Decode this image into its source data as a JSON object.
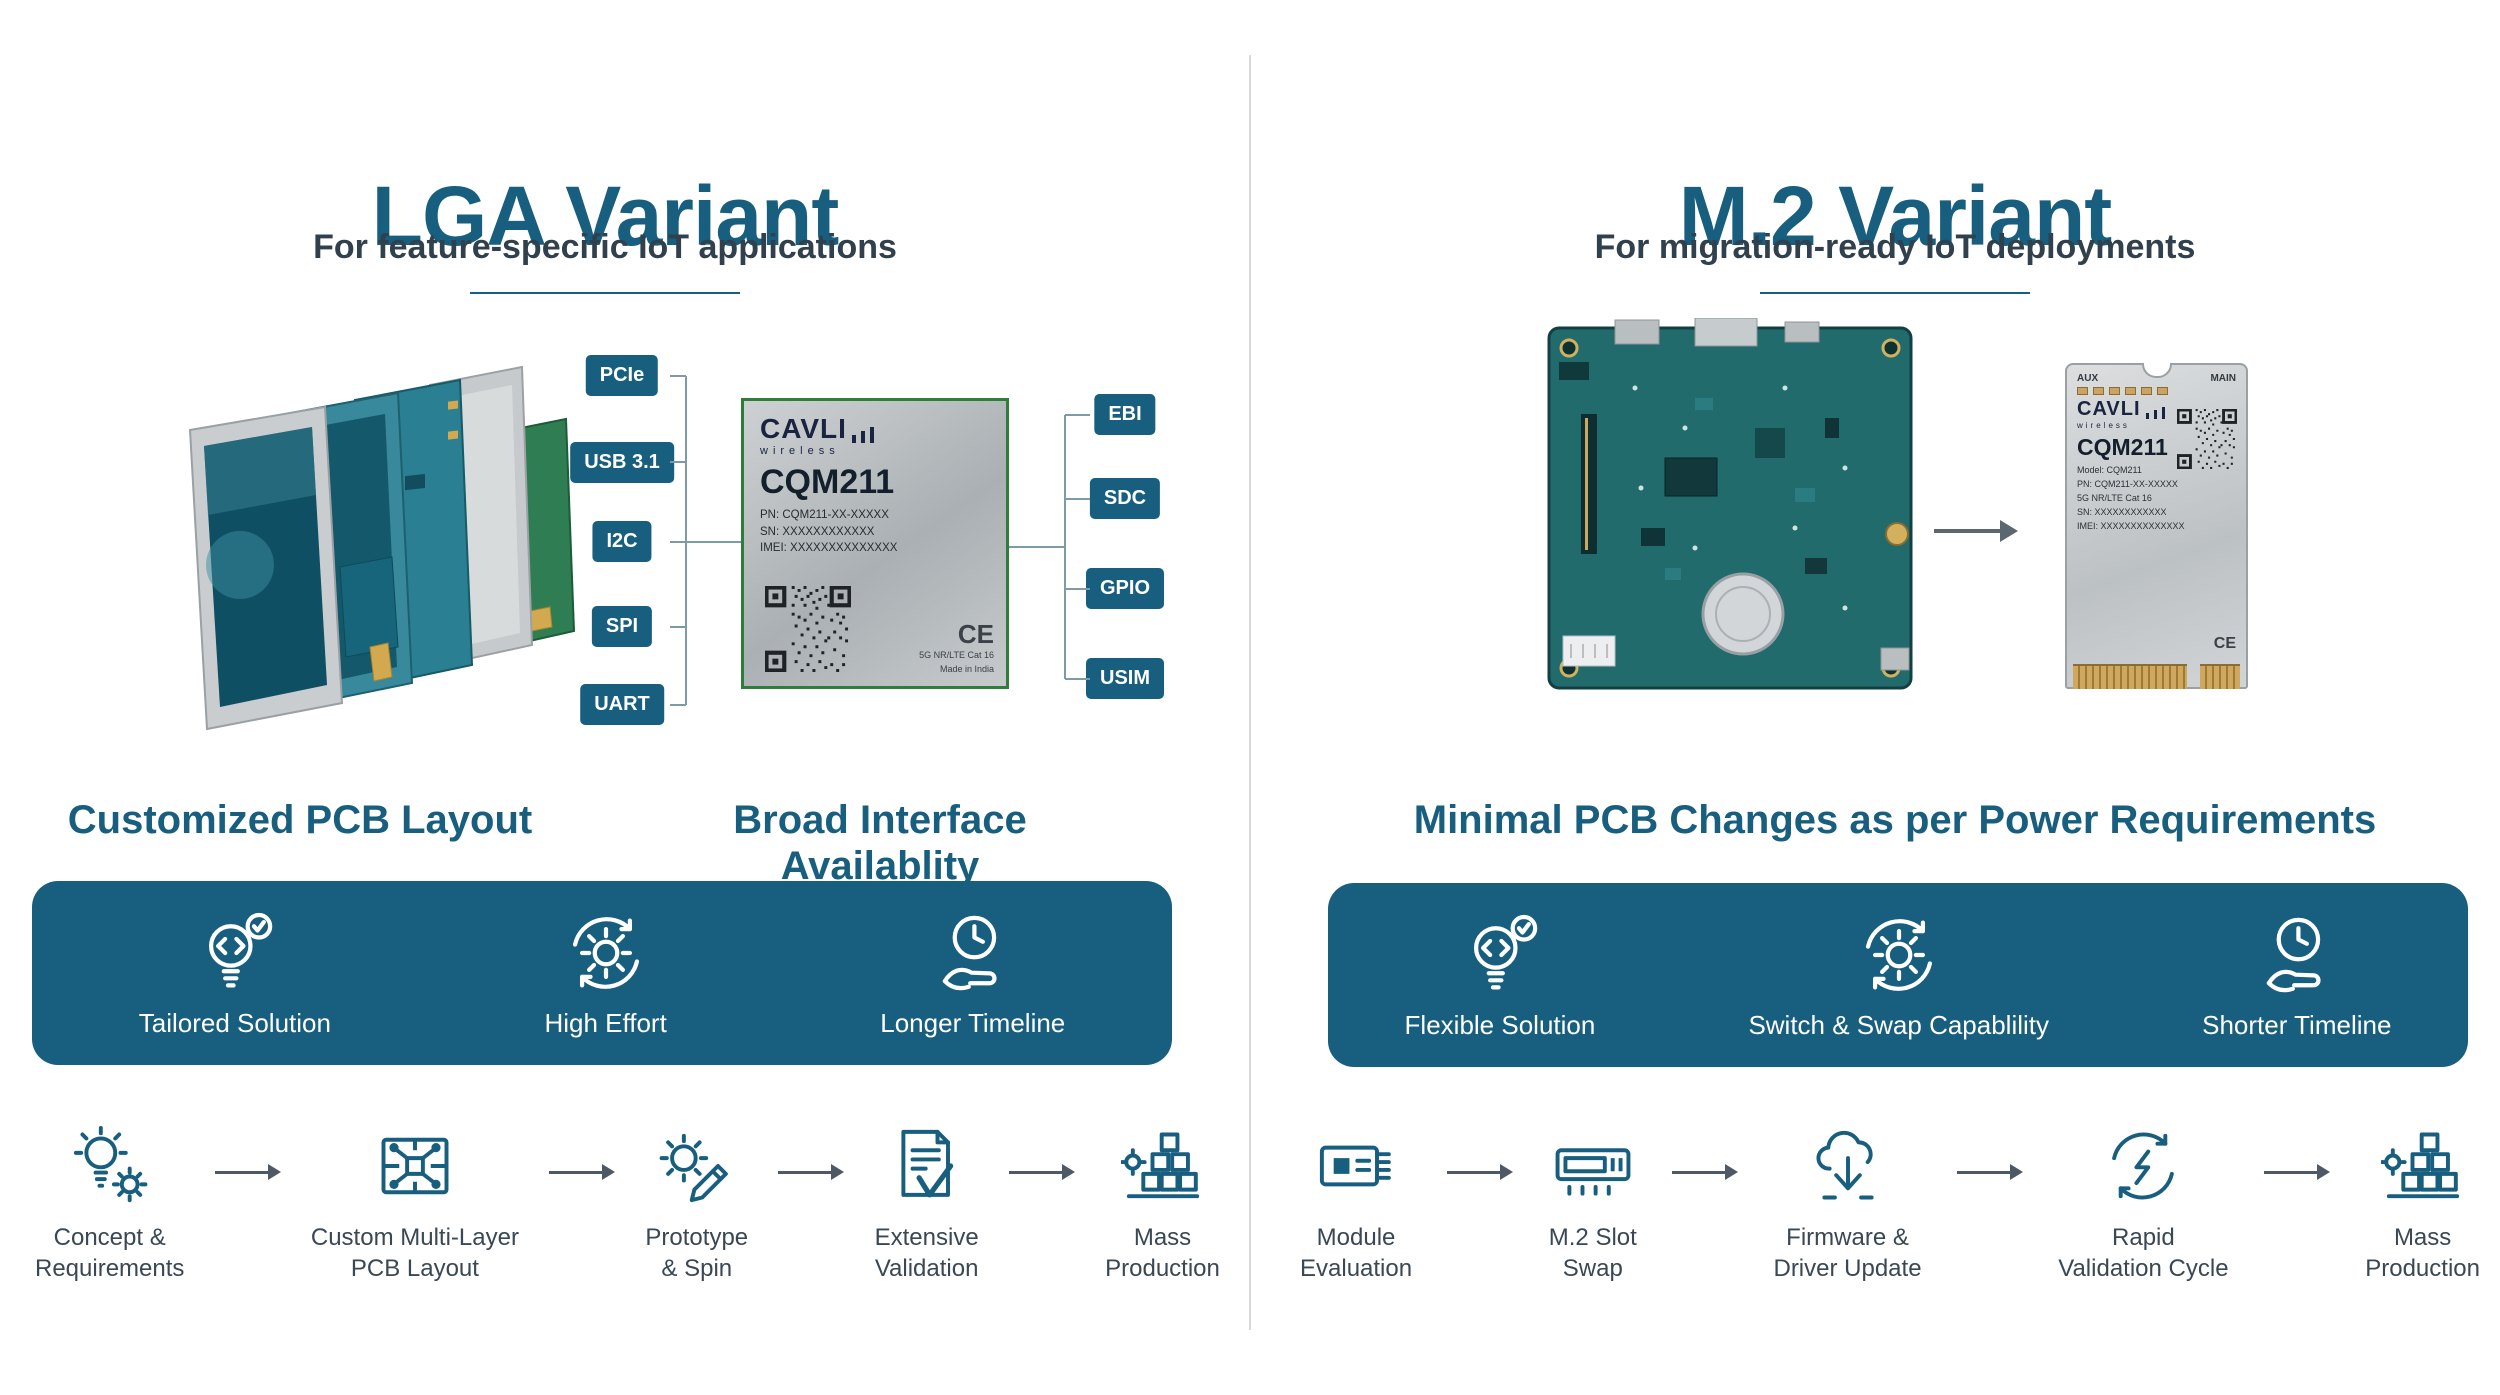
{
  "colors": {
    "accent": "#175E7F",
    "bar_background": "#175E7F",
    "body_text": "#31404D",
    "process_text": "#3A4754",
    "pcb_teal": "#216B6D",
    "module_border_green": "#2F7D3A",
    "gold": "#C9A465",
    "divider": "#D9D9D9"
  },
  "left_panel": {
    "title": "LGA Variant",
    "subtitle": "For feature-specific IoT applications",
    "pcb_stack_image": "stacked-pcb-layers-illustration",
    "module_label": {
      "brand": "CAVLI",
      "brand_sub": "wireless",
      "model": "CQM211",
      "pn_line": "PN: CQM211-XX-XXXXX",
      "sn_line": "SN: XXXXXXXXXXXX",
      "imei_line": "IMEI: XXXXXXXXXXXXXX",
      "cert_mark": "CE",
      "spec_line": "5G NR/LTE Cat 16",
      "origin_line": "Made in India"
    },
    "interfaces_left": [
      "PCIe",
      "USB 3.1",
      "I2C",
      "SPI",
      "UART"
    ],
    "interfaces_right": [
      "EBI",
      "SDC",
      "GPIO",
      "USIM"
    ],
    "caption_pcb": "Customized PCB Layout",
    "caption_interfaces": "Broad Interface Availablity",
    "features": [
      {
        "icon": "tailored-bulb-check-icon",
        "label": "Tailored Solution"
      },
      {
        "icon": "effort-gear-cycle-icon",
        "label": "High Effort"
      },
      {
        "icon": "timeline-clock-hand-icon",
        "label": "Longer Timeline"
      }
    ],
    "process_steps": [
      {
        "icon": "idea-bulb-gear-icon",
        "label_line1": "Concept &",
        "label_line2": "Requirements"
      },
      {
        "icon": "multilayer-pcb-icon",
        "label_line1": "Custom Multi-Layer",
        "label_line2": "PCB Layout"
      },
      {
        "icon": "prototype-gear-pencil-icon",
        "label_line1": "Prototype",
        "label_line2": "& Spin"
      },
      {
        "icon": "validation-doc-check-icon",
        "label_line1": "Extensive",
        "label_line2": "Validation"
      },
      {
        "icon": "mass-production-boxes-icon",
        "label_line1": "Mass",
        "label_line2": "Production"
      }
    ]
  },
  "right_panel": {
    "title": "M.2 Variant",
    "subtitle": "For migration-ready IoT deployments",
    "board_image": "carrier-board-with-m2-slot",
    "m2_card_label": {
      "aux": "AUX",
      "main": "MAIN",
      "brand": "CAVLI",
      "brand_sub": "wireless",
      "model": "CQM211",
      "model_line": "Model: CQM211",
      "pn_line": "PN: CQM211-XX-XXXXX",
      "spec_line": "5G NR/LTE Cat 16",
      "sn_line": "SN: XXXXXXXXXXXX",
      "imei_line": "IMEI: XXXXXXXXXXXXXX",
      "cert_mark": "CE"
    },
    "caption": "Minimal PCB Changes as per Power Requirements",
    "features": [
      {
        "icon": "flexible-bulb-check-icon",
        "label": "Flexible Solution"
      },
      {
        "icon": "switch-swap-gear-icon",
        "label": "Switch & Swap Capablility"
      },
      {
        "icon": "timeline-clock-hand-icon",
        "label": "Shorter Timeline"
      }
    ],
    "process_steps": [
      {
        "icon": "module-evaluation-icon",
        "label_line1": "Module",
        "label_line2": "Evaluation"
      },
      {
        "icon": "m2-slot-icon",
        "label_line1": "M.2 Slot",
        "label_line2": "Swap"
      },
      {
        "icon": "firmware-cloud-update-icon",
        "label_line1": "Firmware &",
        "label_line2": "Driver Update"
      },
      {
        "icon": "rapid-validation-cycle-icon",
        "label_line1": "Rapid",
        "label_line2": "Validation Cycle"
      },
      {
        "icon": "mass-production-boxes-icon",
        "label_line1": "Mass",
        "label_line2": "Production"
      }
    ]
  }
}
